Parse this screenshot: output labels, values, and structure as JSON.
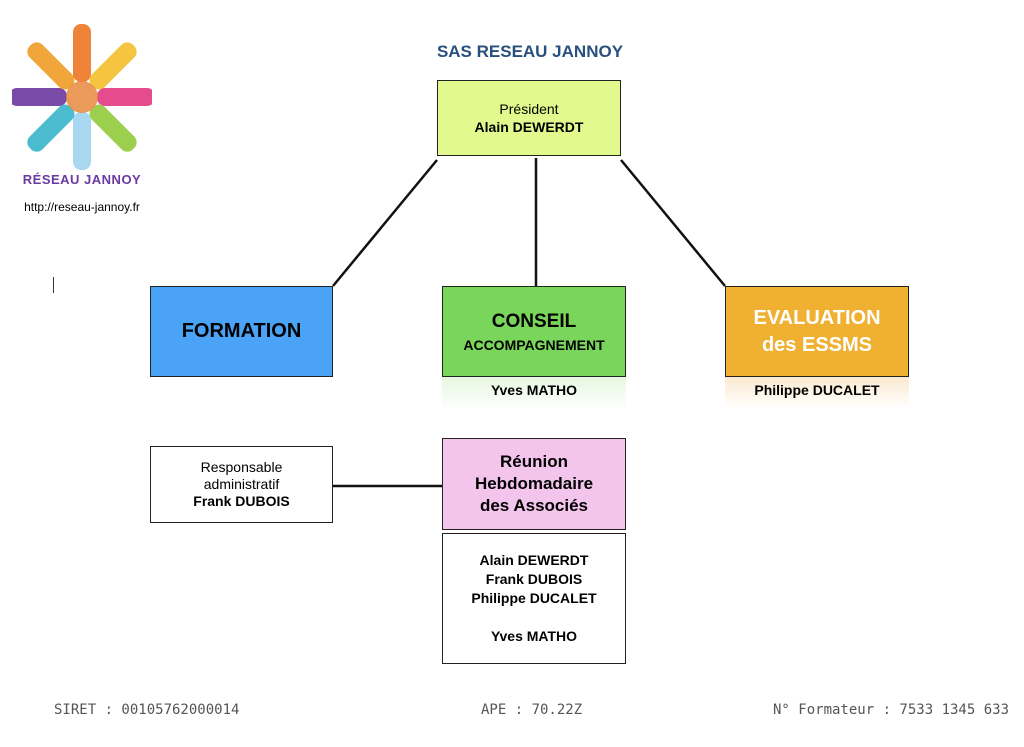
{
  "header": {
    "title": "SAS RESEAU JANNOY"
  },
  "logo": {
    "name": "RÉSEAU JANNOY",
    "website": "http://reseau-jannoy.fr",
    "icon": "hands-circle-icon"
  },
  "president": {
    "role": "Président",
    "name": "Alain DEWERDT"
  },
  "departments": {
    "formation": {
      "label": "FORMATION"
    },
    "conseil": {
      "line1": "CONSEIL",
      "line2": "ACCOMPAGNEMENT",
      "person": "Yves MATHO"
    },
    "evaluation": {
      "line1": "EVALUATION",
      "line2": "des ESSMS",
      "person": "Philippe DUCALET"
    }
  },
  "responsable": {
    "line1": "Responsable",
    "line2": "administratif",
    "name": "Frank DUBOIS"
  },
  "reunion": {
    "line1": "Réunion",
    "line2": "Hebdomadaire",
    "line3": "des Associés"
  },
  "associes": [
    "Alain DEWERDT",
    "Frank DUBOIS",
    "Philippe DUCALET",
    "Yves MATHO"
  ],
  "footer": {
    "siret": "SIRET : 00105762000014",
    "ape": "APE : 70.22Z",
    "formateur": "N° Formateur : 7533 1345 633"
  },
  "colors": {
    "president": "#e1f98d",
    "formation": "#4aa3f7",
    "conseil": "#7ad65a",
    "evaluation": "#f0b032",
    "reunion": "#f3c5ec",
    "title": "#28507e"
  }
}
